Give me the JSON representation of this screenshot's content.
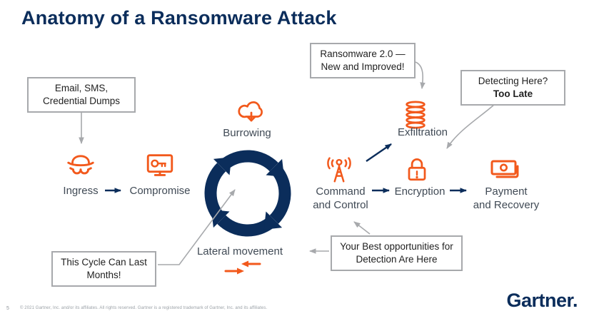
{
  "title": "Anatomy of a Ransomware Attack",
  "colors": {
    "navy": "#0b2d5b",
    "orange": "#f2591c",
    "gray": "#a7a9ac",
    "label_text": "#404a55",
    "box_text": "#1f1f1f"
  },
  "stages": {
    "ingress": {
      "label": "Ingress",
      "icon": "spy-icon"
    },
    "compromise": {
      "label": "Compromise",
      "icon": "monitor-key-icon"
    },
    "burrowing": {
      "label": "Burrowing",
      "icon": "cloud-download-icon"
    },
    "lateral_movement": {
      "label": "Lateral movement",
      "icon": "lateral-arrows-icon"
    },
    "cycle": {
      "icon": "cycle-arrows-icon"
    },
    "command_control": {
      "line1": "Command",
      "line2": "and Control",
      "icon": "antenna-icon"
    },
    "exfiltration": {
      "label": "Exfiltration",
      "icon": "database-icon"
    },
    "encryption": {
      "label": "Encryption",
      "icon": "lock-icon"
    },
    "payment_recovery": {
      "line1": "Payment",
      "line2": "and Recovery",
      "icon": "cash-icon"
    }
  },
  "callouts": {
    "email": {
      "line1": "Email, SMS,",
      "line2": "Credential Dumps"
    },
    "ransomware": {
      "line1": "Ransomware 2.0 —",
      "line2": "New and Improved!"
    },
    "detecting": {
      "line1": "Detecting Here?",
      "line2": "Too Late"
    },
    "cycle_duration": {
      "line1": "This Cycle Can Last",
      "line2": "Months!"
    },
    "detection_opportunities": {
      "line1": "Your Best opportunities for",
      "line2": "Detection Are Here"
    }
  },
  "footer": {
    "page_number": "5",
    "disclaimer": "© 2021 Gartner, Inc. and/or its affiliates. All rights reserved. Gartner is a registered trademark of Gartner, Inc. and its affiliates.",
    "logo": "Gartner."
  }
}
